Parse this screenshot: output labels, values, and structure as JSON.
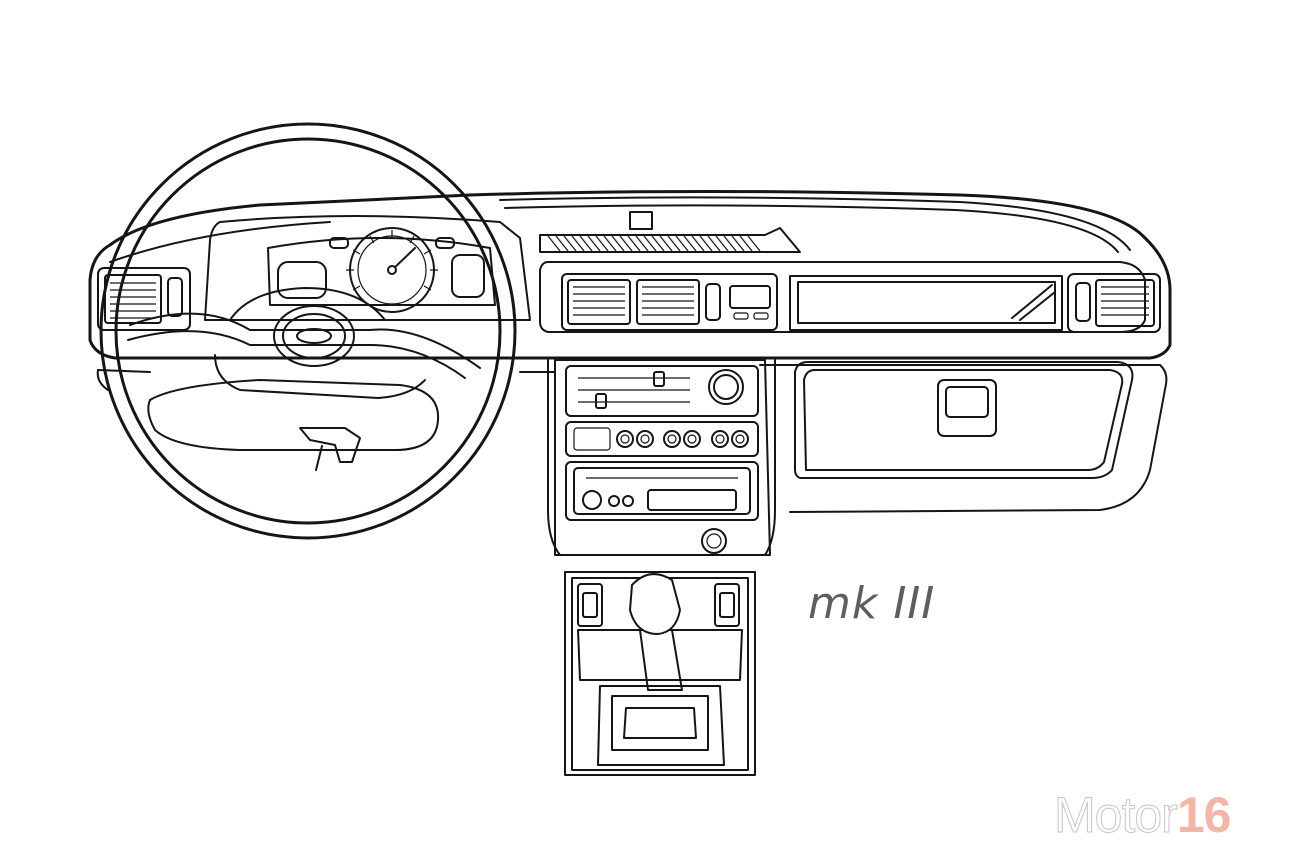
{
  "caption": "mk III",
  "watermark": {
    "word": "Motor",
    "number": "16",
    "word_color": "#c6c6c6",
    "number_color": "#f3b6a7"
  },
  "colors": {
    "line": "#151515",
    "caption": "#5e5e5e",
    "background": "#ffffff"
  }
}
